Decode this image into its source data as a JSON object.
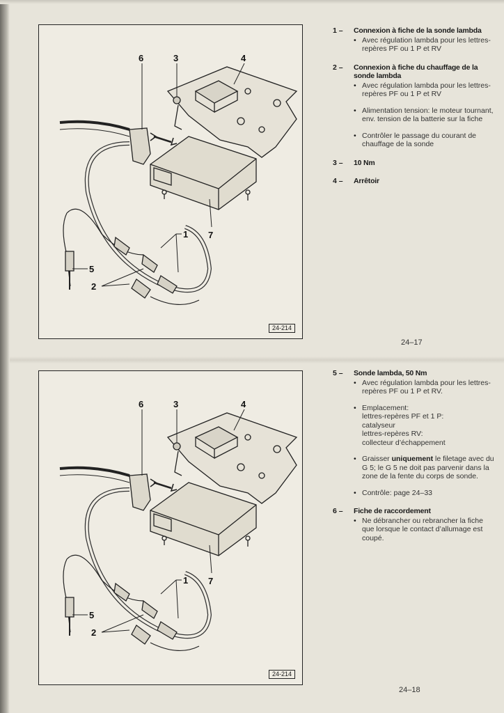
{
  "pages": [
    {
      "figure_id": "24-214",
      "callouts": [
        "6",
        "3",
        "4",
        "1",
        "7",
        "5",
        "2"
      ],
      "items": [
        {
          "num": "1 –",
          "title": "Connexion à fiche de la sonde lambda",
          "bullets": [
            {
              "text": "Avec régulation lambda pour les lettres-repères PF ou 1 P et RV"
            }
          ]
        },
        {
          "num": "2 –",
          "title": "Connexion à fiche du chauffage de la sonde lambda",
          "bullets": [
            {
              "text": "Avec régulation lambda pour les lettres-repères PF ou 1 P et RV"
            },
            {
              "text": "Alimentation tension: le moteur tournant, env. tension de la batterie sur la fiche"
            },
            {
              "text": "Contrôler le passage du courant de chauffage de la sonde"
            }
          ]
        },
        {
          "num": "3 –",
          "title": "10 Nm",
          "bullets": []
        },
        {
          "num": "4 –",
          "title": "Arrêtoir",
          "bullets": []
        }
      ],
      "page_number": "24–17"
    },
    {
      "figure_id": "24-214",
      "callouts": [
        "6",
        "3",
        "4",
        "1",
        "7",
        "5",
        "2"
      ],
      "items": [
        {
          "num": "5 –",
          "title": "Sonde lambda, 50 Nm",
          "bullets": [
            {
              "text": "Avec régulation lambda pour les lettres-repères PF ou 1 P et RV."
            },
            {
              "text": "Emplacement:\nlettres-repères PF et 1 P:\ncatalyseur\nlettres-repères RV:\ncollecteur d’échappement"
            },
            {
              "pre": "Graisser ",
              "strong": "uniquement",
              "post": " le filetage avec du G 5; le G 5 ne doit pas parvenir dans la zone de la fente du corps de sonde."
            },
            {
              "text": "Contrôle: page 24–33"
            }
          ]
        },
        {
          "num": "6 –",
          "title": "Fiche de raccordement",
          "bullets": [
            {
              "text": "Ne débrancher ou rebrancher la fiche que lorsque le contact d’allumage est coupé."
            }
          ]
        }
      ],
      "page_number": "24–18"
    }
  ]
}
